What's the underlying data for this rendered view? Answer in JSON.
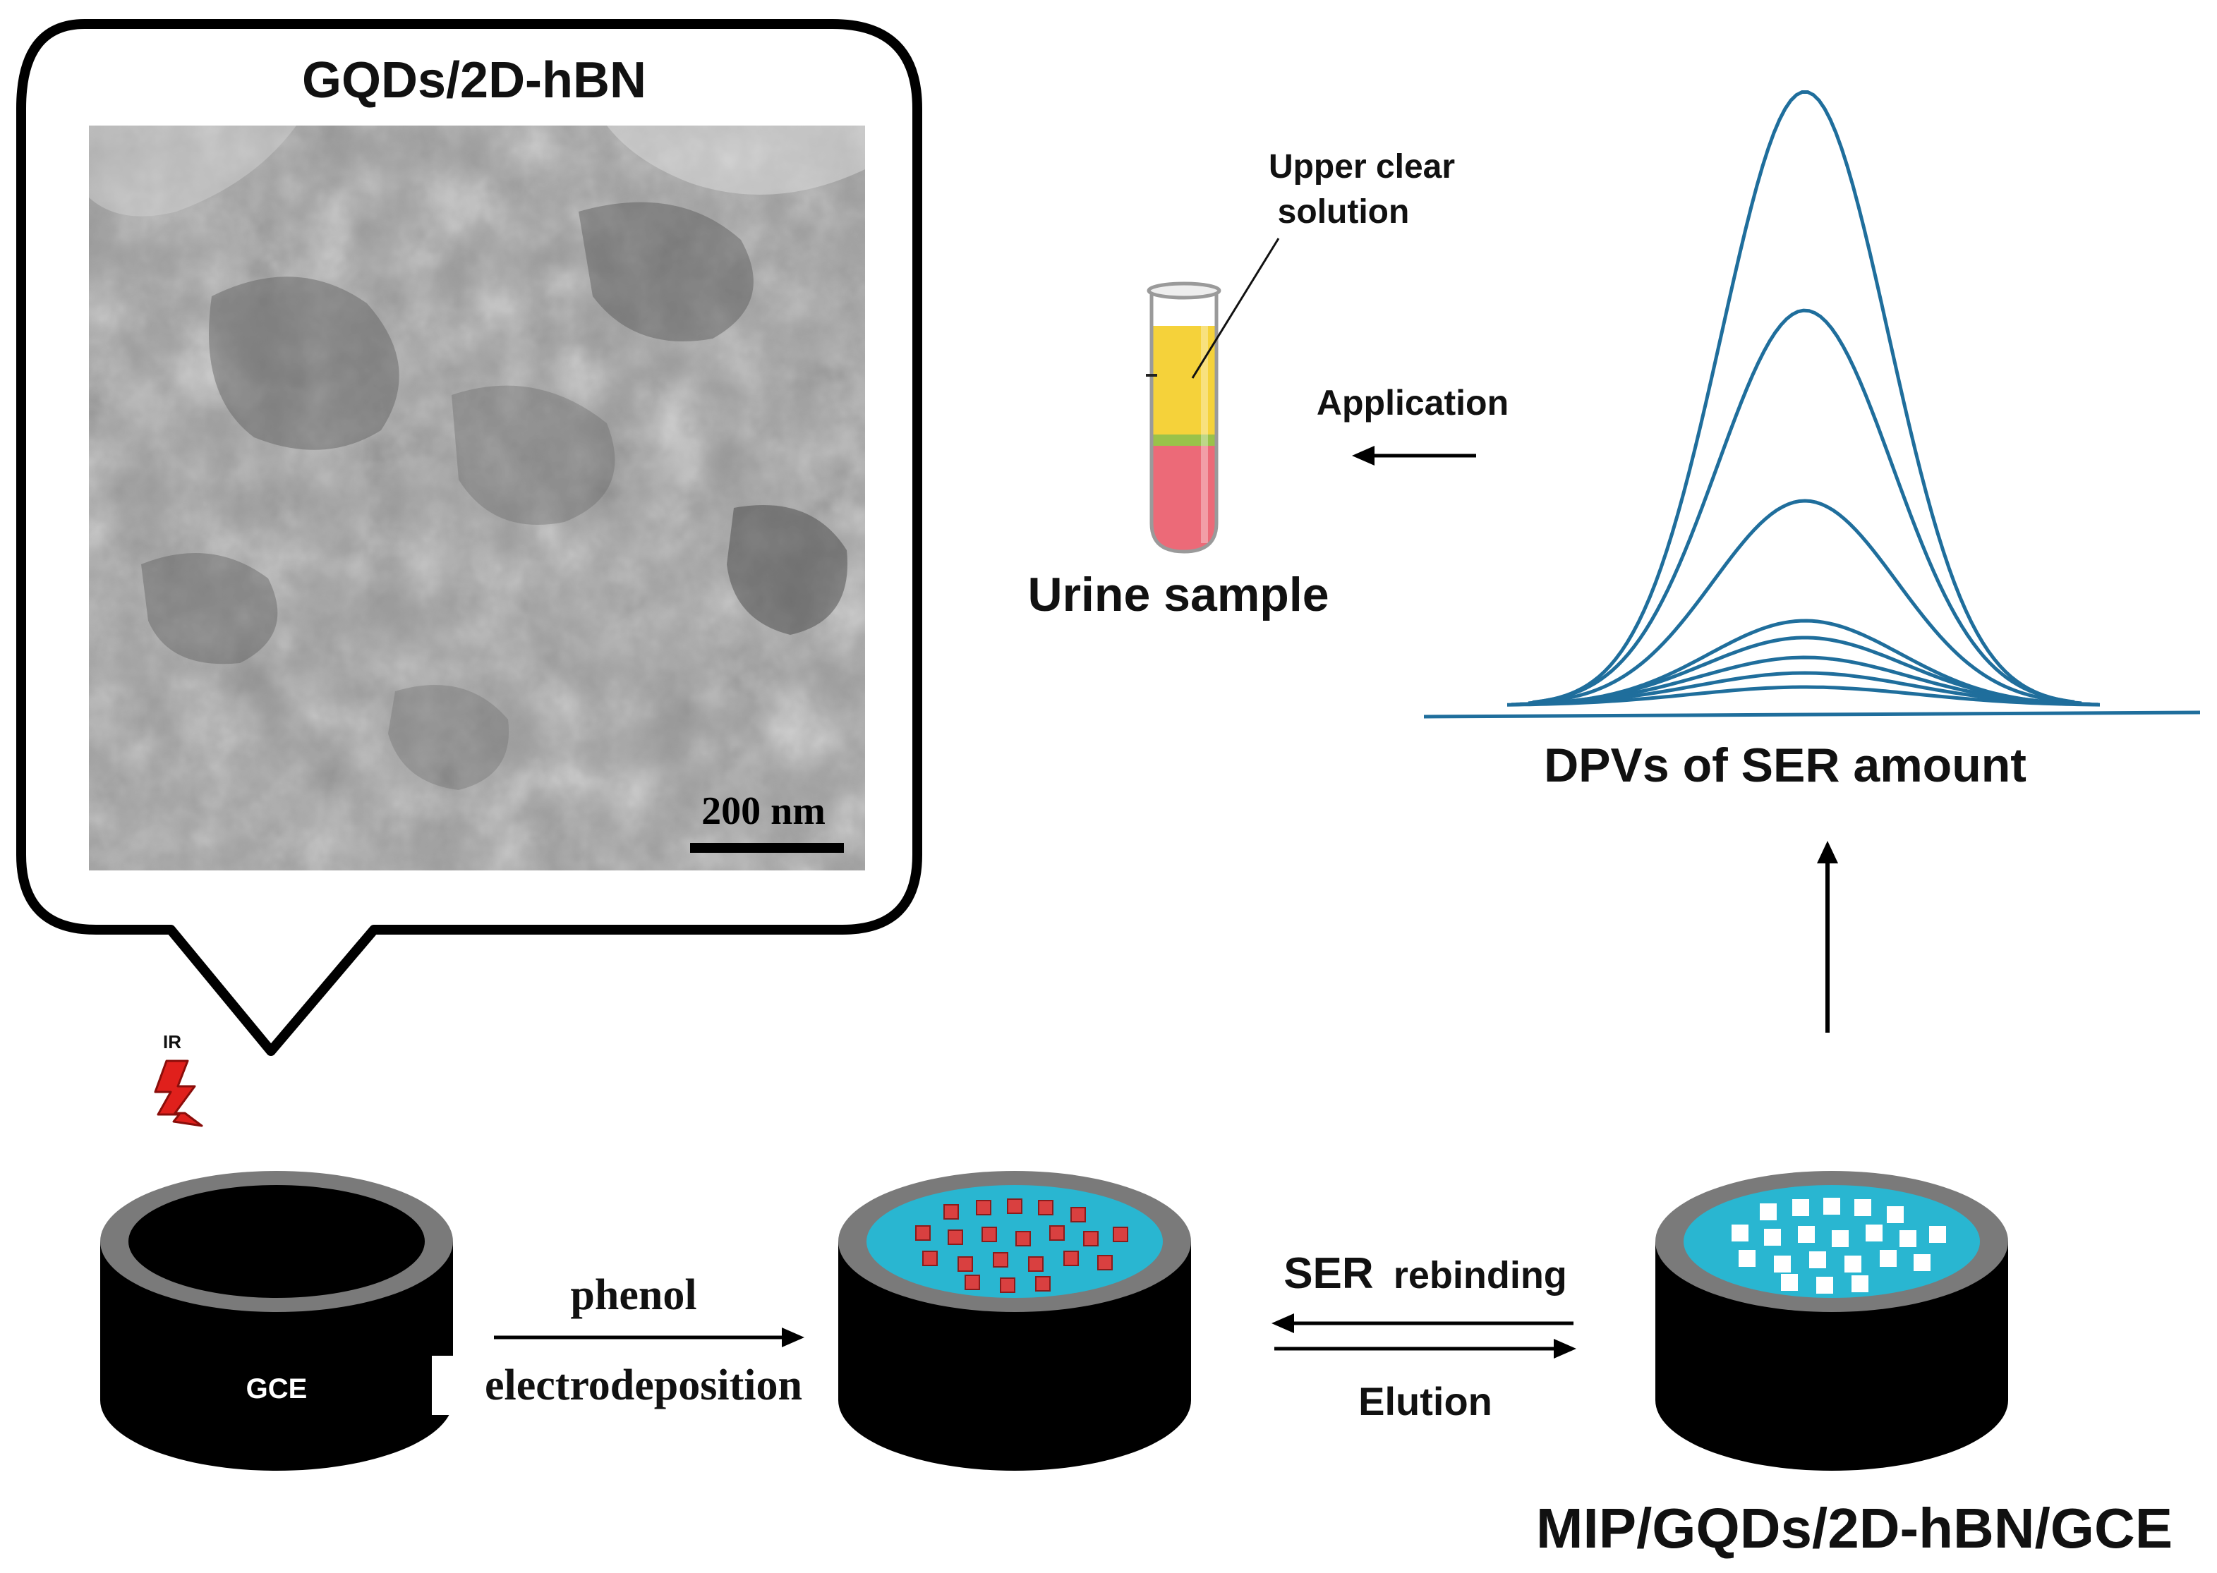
{
  "callout": {
    "title": "GQDs/2D-hBN",
    "scale_bar_label": "200 nm"
  },
  "ir_label": "IR",
  "tube": {
    "callout_label_line1": "Upper clear",
    "callout_label_line2": "solution",
    "caption": "Urine sample"
  },
  "application_label": "Application",
  "dpv": {
    "caption": "DPVs of SER amount",
    "curve_count": 8
  },
  "electrodes": {
    "gce_label": "GCE",
    "final_label": "MIP/GQDs/2D-hBN/GCE"
  },
  "step1": {
    "top_label": "phenol",
    "bottom_label": "electrodeposition"
  },
  "step2": {
    "top_label_bold": "SER",
    "top_label_rest": "rebinding",
    "bottom_label": "Elution"
  },
  "colors": {
    "curve": "#1f6e9c",
    "cavity_fill": "#29b6d1",
    "template": "#d94040",
    "electrode_body": "#000000",
    "electrode_rim": "#7a7a7a",
    "tube_upper": "#f5d23a",
    "tube_lower": "#ec6a78",
    "ir_bolt": "#e0201c"
  }
}
